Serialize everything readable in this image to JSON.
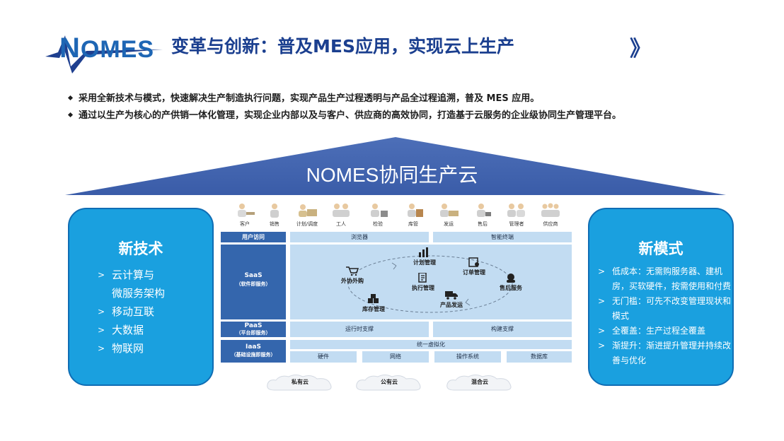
{
  "header": {
    "logo_text_first": "N",
    "logo_text_rest": "OMES",
    "title": "变革与创新：普及MES应用，实现云上生产",
    "title_arrow": "》"
  },
  "bullets": [
    "采用全新技术与模式，快速解决生产制造执行问题，实现产品生产过程透明与产品全过程追溯，普及 MES 应用。",
    "通过以生产为核心的产供销一体化管理，实现企业内部以及与客户、供应商的高效协同，打造基于云服务的企业级协同生产管理平台。"
  ],
  "roof_title": "NOMES协同生产云",
  "left_panel": {
    "title": "新技术",
    "items": [
      {
        "line1": "云计算与",
        "line2": "微服务架构"
      },
      {
        "line1": "移动互联",
        "line2": ""
      },
      {
        "line1": "大数据",
        "line2": ""
      },
      {
        "line1": "物联网",
        "line2": ""
      }
    ]
  },
  "right_panel": {
    "title": "新模式",
    "items": [
      {
        "text": "低成本：无需购服务器、建机房，买软硬件，按需使用和付费"
      },
      {
        "text": "无门槛：可先不改变管理现状和模式"
      },
      {
        "text": "全覆盖：生产过程全覆盖"
      },
      {
        "text": "渐提升：渐进提升管理并持续改善与优化"
      }
    ]
  },
  "roles": [
    "客户",
    "销售",
    "计划/调度",
    "工人",
    "检验",
    "库管",
    "发运",
    "售后",
    "管理者",
    "供应商"
  ],
  "layers": {
    "user_access": "用户访问",
    "saas_line1": "SaaS",
    "saas_line2": "（软件即服务）",
    "paas_line1": "PaaS",
    "paas_line2": "（平台即服务）",
    "iaas_line1": "IaaS",
    "iaas_line2": "（基础设施即服务）"
  },
  "cells": {
    "browser": "浏览器",
    "smart_terminal": "智能终端",
    "runtime": "运行时支撑",
    "build": "构建支撑",
    "virtualization": "统一虚拟化",
    "hardware": "硬件",
    "network": "网络",
    "os": "操作系统",
    "database": "数据库"
  },
  "modules": {
    "plan": "计划管理",
    "order": "订单管理",
    "outsourcing": "外协外购",
    "execution": "执行管理",
    "after_sales": "售后服务",
    "inventory": "库存管理",
    "shipping": "产品发运"
  },
  "clouds": [
    "私有云",
    "公有云",
    "混合云"
  ],
  "colors": {
    "title_blue": "#1b3f8f",
    "logo_blue": "#1e66b4",
    "roof_blue": "#3f62ad",
    "panel_blue": "#1aa0df",
    "layer_label": "#3466ad",
    "cell_fill": "#c2dcf2"
  }
}
